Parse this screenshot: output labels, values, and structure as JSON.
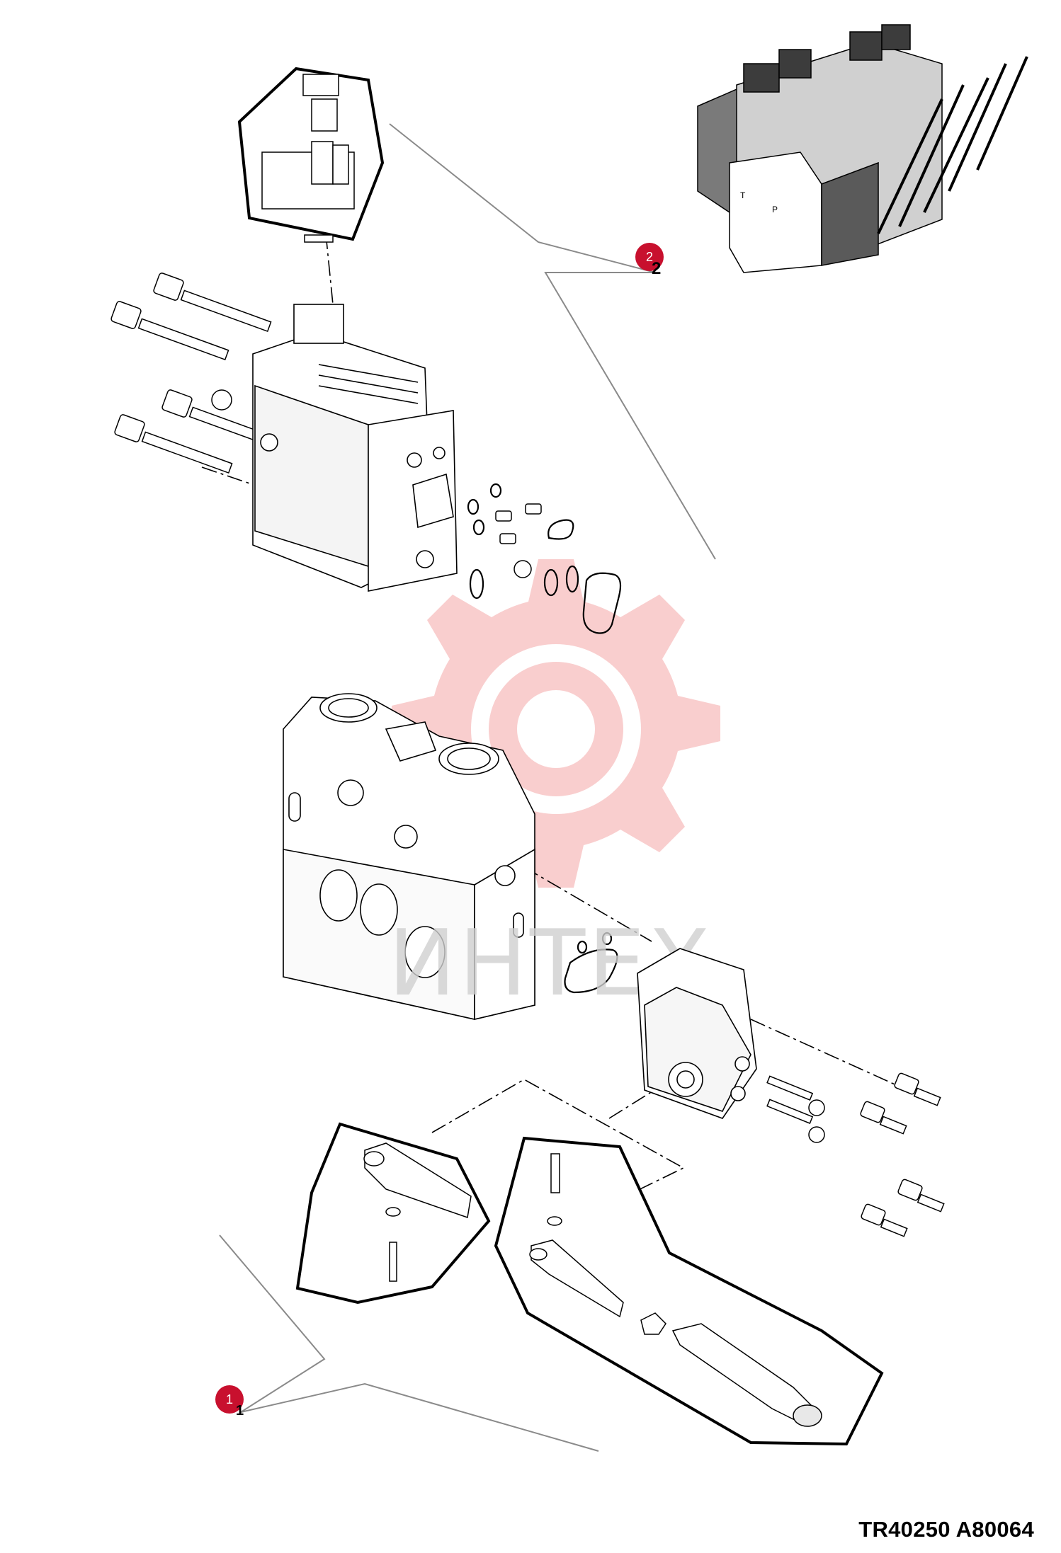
{
  "drawing_code": "TR40250 A80064",
  "watermark": "ИНТЕХ",
  "callouts": [
    {
      "id": "1",
      "ref_label": "1"
    },
    {
      "id": "2",
      "ref_label": "2"
    }
  ],
  "colors": {
    "callout": "#c8102e",
    "watermark_gear": "#f9c9c9",
    "line": "#000000",
    "leader": "#8a8a8a"
  }
}
